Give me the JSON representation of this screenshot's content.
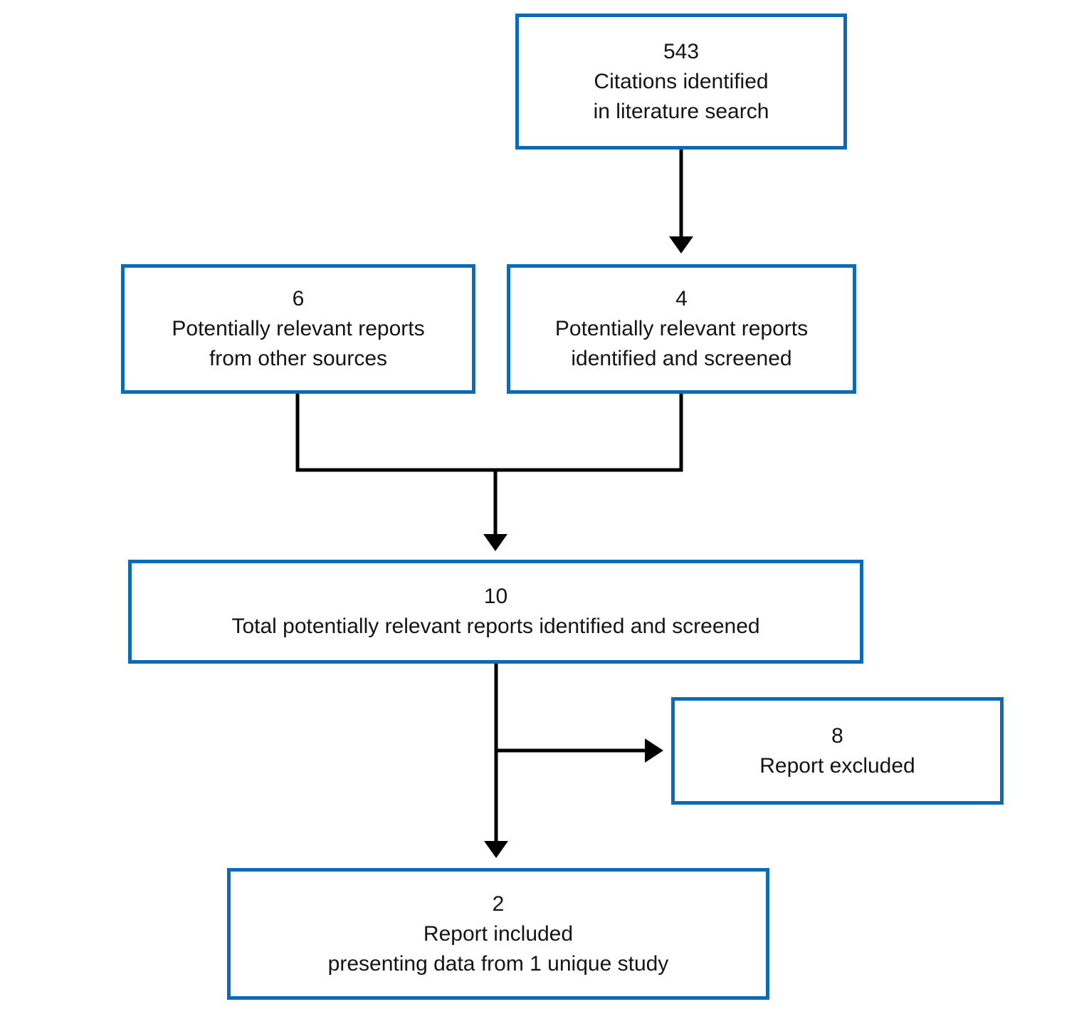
{
  "diagram": {
    "type": "flowchart",
    "colors": {
      "box_border": "#0b6bb7",
      "box_fill": "#ffffff",
      "connector": "#000000",
      "text": "#141414"
    },
    "boxes": {
      "citations": {
        "count": "543",
        "lines": [
          "Citations identified",
          "in literature search"
        ]
      },
      "other_sources": {
        "count": "6",
        "lines": [
          "Potentially relevant reports",
          "from other sources"
        ]
      },
      "identified_screened": {
        "count": "4",
        "lines": [
          "Potentially relevant reports",
          "identified and screened"
        ]
      },
      "total_screened": {
        "count": "10",
        "lines": [
          "Total potentially relevant reports identified and screened"
        ]
      },
      "excluded": {
        "count": "8",
        "lines": [
          "Report excluded"
        ]
      },
      "included": {
        "count": "2",
        "lines": [
          "Report included",
          "presenting data from 1 unique study"
        ]
      }
    },
    "edges": [
      {
        "from": "citations",
        "to": "identified_screened"
      },
      {
        "from": "other_sources",
        "to": "total_screened"
      },
      {
        "from": "identified_screened",
        "to": "total_screened"
      },
      {
        "from": "total_screened",
        "to": "excluded"
      },
      {
        "from": "total_screened",
        "to": "included"
      }
    ]
  }
}
